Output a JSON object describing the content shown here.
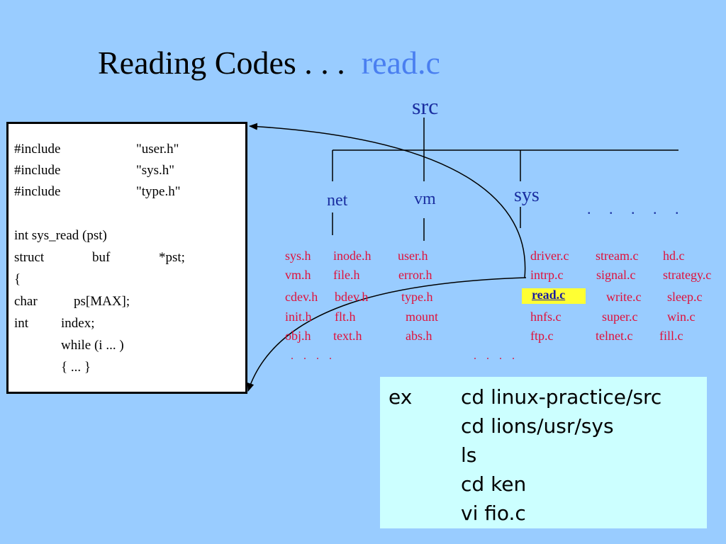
{
  "title": {
    "main": "Reading Codes . . .",
    "accent": "read.c"
  },
  "tree": {
    "root": "src",
    "children": [
      "net",
      "vm",
      "sys"
    ],
    "more_dots": ". . . . ."
  },
  "files": {
    "net": [
      "sys.h",
      "vm.h",
      "cdev.h",
      "init.h",
      "obj.h"
    ],
    "net2": [
      "inode.h",
      "file.h",
      "bdev.h",
      "flt.h",
      "text.h"
    ],
    "vm": [
      "user.h",
      "error.h",
      "type.h",
      "mount",
      "abs.h"
    ],
    "sys1": [
      "driver.c",
      "intrp.c",
      "read.c",
      "hnfs.c",
      "ftp.c"
    ],
    "sys2": [
      "stream.c",
      "signal.c",
      "write.c",
      "super.c",
      "telnet.c"
    ],
    "sys3": [
      "hd.c",
      "strategy.c",
      "sleep.c",
      "win.c",
      "fill.c"
    ],
    "dots_left": ". . . .",
    "dots_mid": ". . . ."
  },
  "code": {
    "inc1_kw": "#include",
    "inc1_file": "\"user.h\"",
    "inc2_kw": "#include",
    "inc2_file": "\"sys.h\"",
    "inc3_kw": "#include",
    "inc3_file": "\"type.h\"",
    "func": "int sys_read (pst)",
    "struct_kw": "struct",
    "struct_type": "buf",
    "struct_var": "*pst;",
    "brace_open": "{",
    "char_kw": "char",
    "char_var": "ps[MAX];",
    "int_kw": "int",
    "int_var": "index;",
    "while_line": "while  (i ... )",
    "inner_block": "{    ...     }"
  },
  "commands": {
    "prefix": "ex",
    "lines": [
      "cd linux-practice/src",
      "cd lions/usr/sys",
      "ls",
      "cd ken",
      "vi  fio.c"
    ]
  },
  "colors": {
    "background": "#99ccff",
    "tree": "#1a2ea0",
    "files": "#e0103a",
    "highlight": "#ffff33",
    "cmd_box": "#ccffff"
  }
}
